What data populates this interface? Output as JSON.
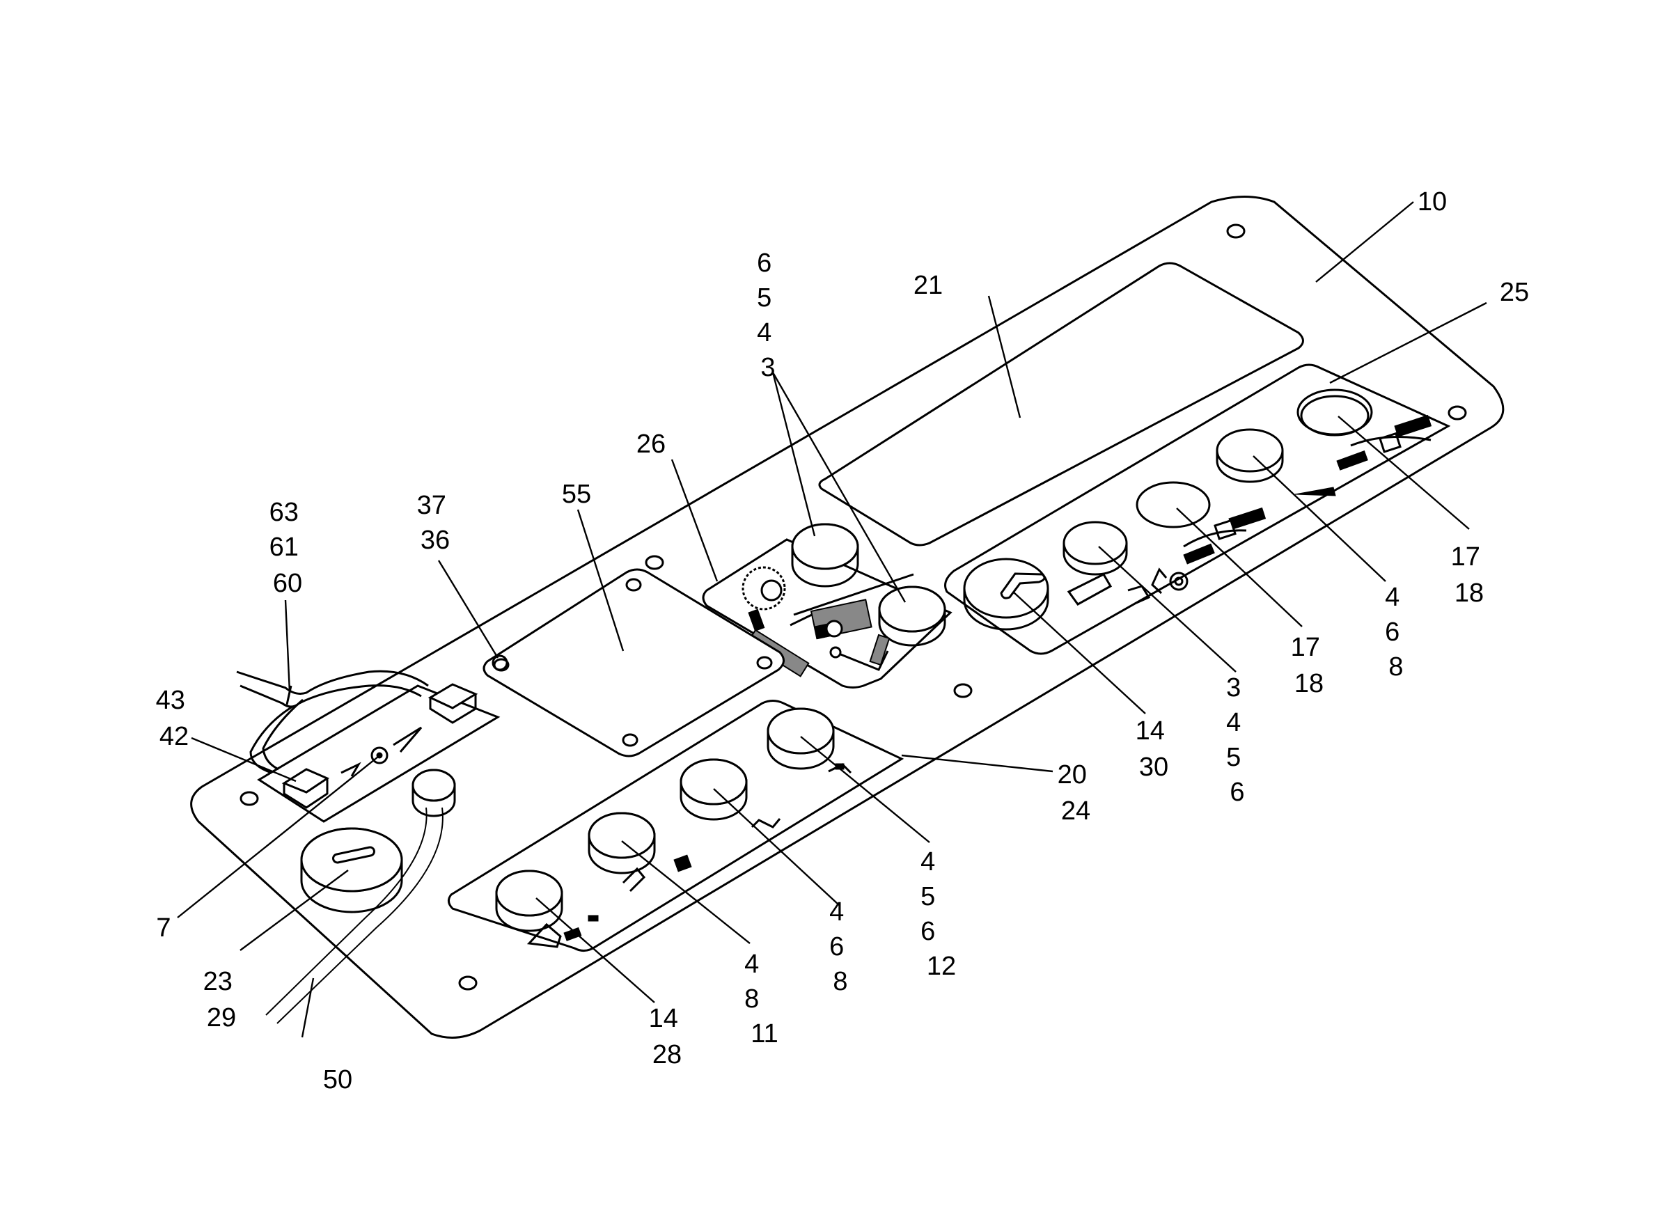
{
  "colors": {
    "line": "#000000",
    "background": "#ffffff",
    "fill_gray": "#888888"
  },
  "callouts": [
    {
      "id": "c10",
      "lines": [
        "10"
      ]
    },
    {
      "id": "c21",
      "lines": [
        "21"
      ]
    },
    {
      "id": "c25",
      "lines": [
        "25"
      ]
    },
    {
      "id": "c6543",
      "lines": [
        "6",
        "5",
        "4",
        "3"
      ]
    },
    {
      "id": "c26",
      "lines": [
        "26"
      ]
    },
    {
      "id": "c55",
      "lines": [
        "55"
      ]
    },
    {
      "id": "c3736",
      "lines": [
        "37",
        "36"
      ]
    },
    {
      "id": "c636160",
      "lines": [
        "63",
        "61",
        "60"
      ]
    },
    {
      "id": "c4342",
      "lines": [
        "43",
        "42"
      ]
    },
    {
      "id": "c7",
      "lines": [
        "7"
      ]
    },
    {
      "id": "c2329",
      "lines": [
        "23",
        "29"
      ]
    },
    {
      "id": "c50",
      "lines": [
        "50"
      ]
    },
    {
      "id": "c1428",
      "lines": [
        "14",
        "28"
      ]
    },
    {
      "id": "c4811",
      "lines": [
        "4",
        "8",
        "11"
      ]
    },
    {
      "id": "c468a",
      "lines": [
        "4",
        "6",
        "8"
      ]
    },
    {
      "id": "c45612",
      "lines": [
        "4",
        "5",
        "6",
        "12"
      ]
    },
    {
      "id": "c2024",
      "lines": [
        "20",
        "24"
      ]
    },
    {
      "id": "c1430",
      "lines": [
        "14",
        "30"
      ]
    },
    {
      "id": "c3456",
      "lines": [
        "3",
        "4",
        "5",
        "6"
      ]
    },
    {
      "id": "c1718a",
      "lines": [
        "17",
        "18"
      ]
    },
    {
      "id": "c468b",
      "lines": [
        "4",
        "6",
        "8"
      ]
    },
    {
      "id": "c1718b",
      "lines": [
        "17",
        "18"
      ]
    }
  ]
}
